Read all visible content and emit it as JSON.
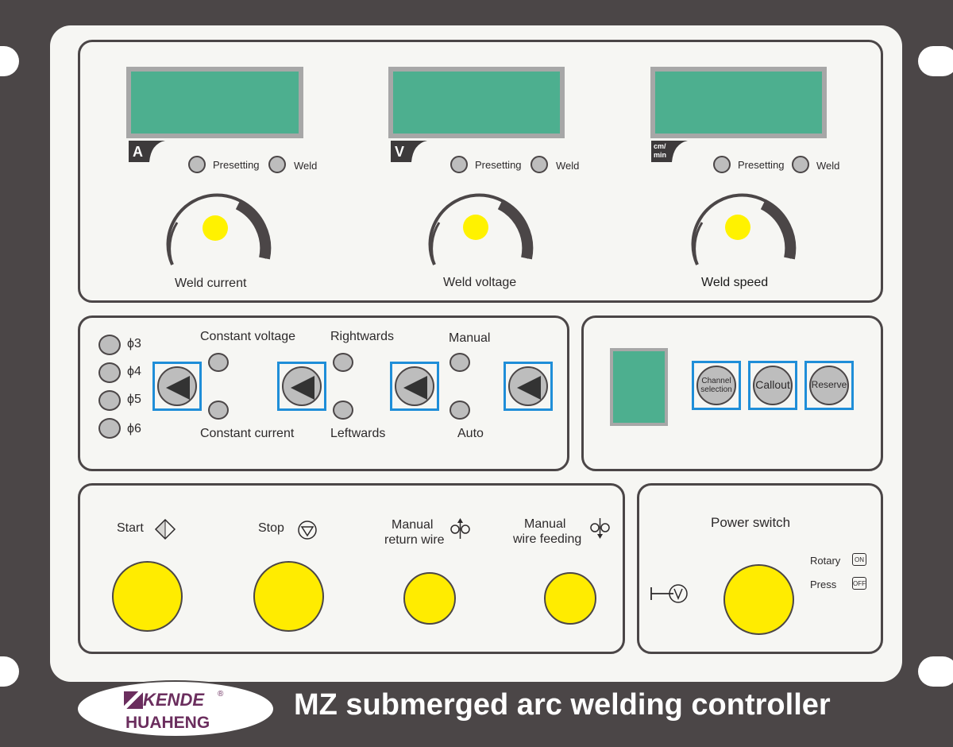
{
  "meters": [
    {
      "unit": "A",
      "led1": "Presetting",
      "led2": "Weld",
      "knob_label": "Weld current"
    },
    {
      "unit": "V",
      "led1": "Presetting",
      "led2": "Weld",
      "knob_label": "Weld voltage"
    },
    {
      "unit_top": "cm/",
      "unit_bottom": "min",
      "led1": "Presetting",
      "led2": "Weld",
      "knob_label": "Weld speed"
    }
  ],
  "wire": {
    "d3": "ϕ3",
    "d4": "ϕ4",
    "d5": "ϕ5",
    "d6": "ϕ6"
  },
  "modes": {
    "constant_voltage": "Constant voltage",
    "constant_current": "Constant current",
    "rightwards": "Rightwards",
    "leftwards": "Leftwards",
    "manual": "Manual",
    "auto": "Auto"
  },
  "channel": {
    "channel_line1": "Channel",
    "channel_line2": "selection",
    "callout": "Callout",
    "reserve": "Reserve"
  },
  "controls": {
    "start": "Start",
    "stop": "Stop",
    "return_line1": "Manual",
    "return_line2": "return wire",
    "feed_line1": "Manual",
    "feed_line2": "wire feeding"
  },
  "power": {
    "title": "Power switch",
    "rotary": "Rotary",
    "press": "Press",
    "on": "ON",
    "off": "OFF"
  },
  "brand": {
    "kende": "KENDE",
    "registered": "®",
    "huaheng": "HUAHENG"
  },
  "product_title": "MZ submerged arc welding controller",
  "colors": {
    "lcd": "#4daf8f",
    "knob_dot": "#fff200",
    "button_yellow": "#ffec00",
    "frame": "#4b4647",
    "button_border": "#1f8ed8"
  }
}
